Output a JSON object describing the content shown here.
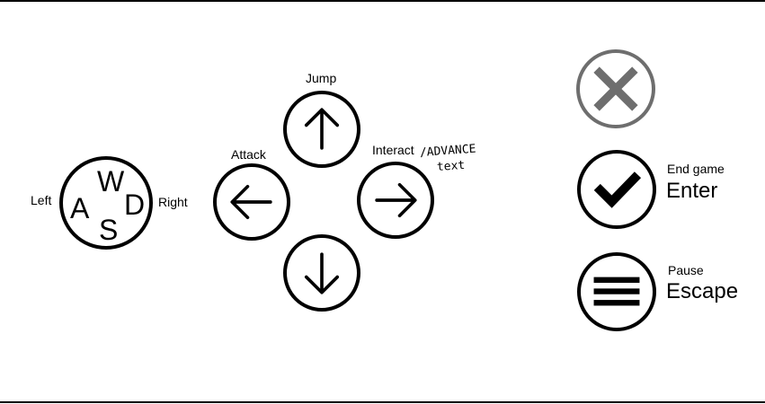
{
  "wasd": {
    "up": "W",
    "left": "A",
    "down": "S",
    "right": "D",
    "left_label": "Left",
    "right_label": "Right"
  },
  "arrows": {
    "up_label": "Jump",
    "left_label": "Attack",
    "right_label": "Interact",
    "right_note_line1": "/ADVANCE",
    "right_note_line2": "text",
    "up_icon": "arrow-up-icon",
    "left_icon": "arrow-left-icon",
    "right_icon": "arrow-right-icon",
    "down_icon": "arrow-down-icon"
  },
  "actions": {
    "close_icon": "close-icon",
    "close_color": "#6e6e6e",
    "end": {
      "icon": "checkmark-icon",
      "label": "End game",
      "key": "Enter"
    },
    "pause": {
      "icon": "hamburger-menu-icon",
      "label": "Pause",
      "key": "Escape"
    }
  }
}
